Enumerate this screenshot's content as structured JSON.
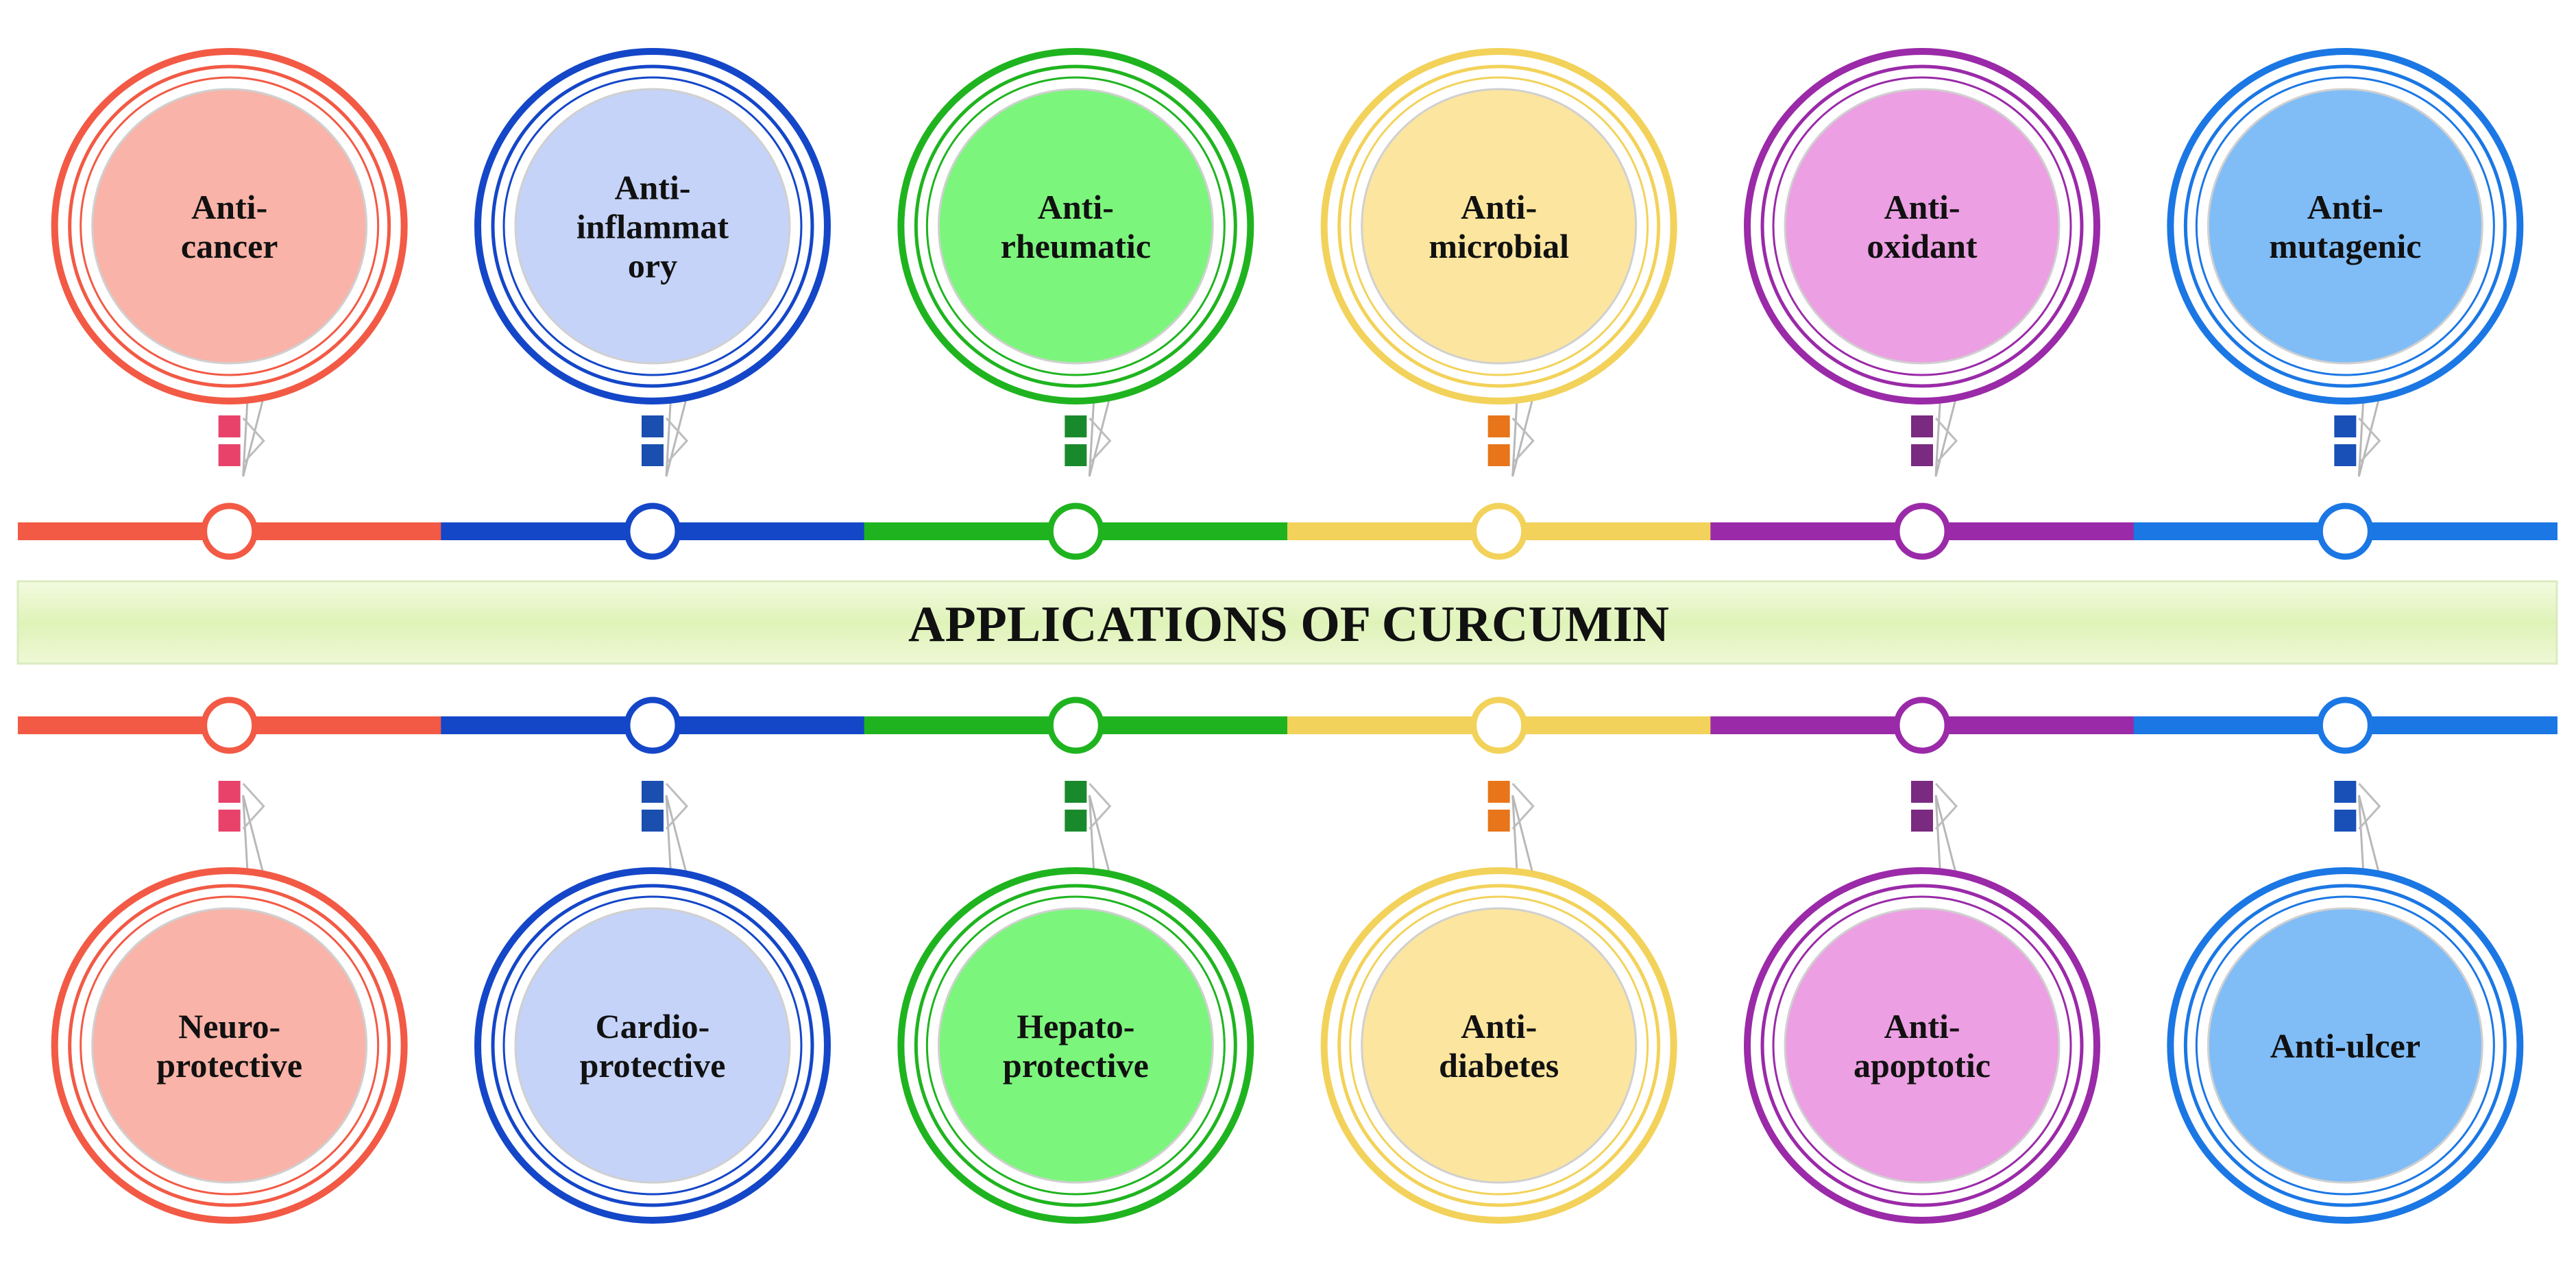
{
  "title": "APPLICATIONS OF CURCUMIN",
  "columns": [
    {
      "ring_color": "#f25a45",
      "fill_color": "#f9b3a8",
      "accent_color": "#e8426a",
      "top": {
        "lines": [
          "Anti-",
          "cancer"
        ]
      },
      "bottom": {
        "lines": [
          "Neuro-",
          "protective"
        ]
      }
    },
    {
      "ring_color": "#1446c8",
      "fill_color": "#c5d3f8",
      "accent_color": "#1a4fb0",
      "top": {
        "lines": [
          "Anti-",
          "inflammat",
          "ory"
        ]
      },
      "bottom": {
        "lines": [
          "Cardio-",
          "protective"
        ]
      }
    },
    {
      "ring_color": "#1fb41f",
      "fill_color": "#7cf57c",
      "accent_color": "#198a2c",
      "top": {
        "lines": [
          "Anti-",
          "rheumatic"
        ]
      },
      "bottom": {
        "lines": [
          "Hepato-",
          "protective"
        ]
      }
    },
    {
      "ring_color": "#f2d25a",
      "fill_color": "#fce59e",
      "accent_color": "#e8751a",
      "top": {
        "lines": [
          "Anti-",
          "microbial"
        ]
      },
      "bottom": {
        "lines": [
          "Anti-",
          "diabetes"
        ]
      }
    },
    {
      "ring_color": "#9a2aa8",
      "fill_color": "#ec9fe2",
      "accent_color": "#7a2a80",
      "top": {
        "lines": [
          "Anti-",
          "oxidant"
        ]
      },
      "bottom": {
        "lines": [
          "Anti-",
          "apoptotic"
        ]
      }
    },
    {
      "ring_color": "#1b77e4",
      "fill_color": "#80bdf7",
      "accent_color": "#1850b8",
      "top": {
        "lines": [
          "Anti-",
          "mutagenic"
        ]
      },
      "bottom": {
        "lines": [
          "Anti-ulcer"
        ]
      }
    }
  ]
}
